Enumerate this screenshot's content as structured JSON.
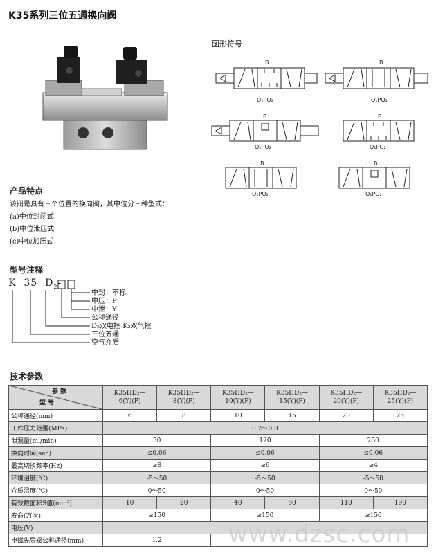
{
  "title": "K35系列三位五通换向阀",
  "symbols": {
    "heading": "图形符号",
    "port_top": "B",
    "port_bottom": "O₁PO₂"
  },
  "features": {
    "heading": "产品特点",
    "desc": "该阀是具有三个位置的换向阀，其中位分三种型式：",
    "items": [
      "(a)中位封闭式",
      "(b)中位泄压式",
      "(c)中位加压式"
    ]
  },
  "model": {
    "heading": "型号注释",
    "code_k": "K",
    "code_35": "35",
    "code_d": "D",
    "code_d_sub": "2",
    "code_dash": "-",
    "callouts": {
      "c1": "中封：不标",
      "c2": "中压：P",
      "c3": "中泄：Y",
      "c4": "公称通径",
      "c5": "D₂双电控   K₂双气控",
      "c6": "三位五通",
      "c7": "空气介质"
    }
  },
  "spec": {
    "heading": "技术参数",
    "param_label": "参  数",
    "model_label": "型  号",
    "columns": [
      "K35HD₂—\n6(Y)(P)",
      "K35HD₂—\n8(Y)(P)",
      "K35HD₂—\n10(Y)(P)",
      "K35HD₂—\n15(Y)(P)",
      "K35HD₂—\n20(Y)(P)",
      "K35HD₂—\n25(Y)(P)"
    ],
    "rows": {
      "r1": {
        "label": "公称通径(mm)",
        "v": [
          "6",
          "8",
          "10",
          "15",
          "20",
          "25"
        ]
      },
      "r2": {
        "label": "工作压力范围(MPa)",
        "v": [
          "0.2～0.8"
        ]
      },
      "r3": {
        "label": "泄漏量(ml/min)",
        "v": [
          "50",
          "120",
          "250"
        ]
      },
      "r4": {
        "label": "换向时间(sec)",
        "v": [
          "≤0.06",
          "≤0.06",
          "≤0.06"
        ]
      },
      "r5": {
        "label": "最高切换频率(Hz)",
        "v": [
          "≥8",
          "≥6",
          "≥4"
        ]
      },
      "r6": {
        "label": "环境温度(℃)",
        "v": [
          "-5～50",
          "-5～50",
          "-5～50"
        ]
      },
      "r7": {
        "label": "介质温度(℃)",
        "v": [
          "0～50",
          "0～50",
          "0～50"
        ]
      },
      "r8": {
        "label": "有效截面积S值(mm²)",
        "v": [
          "10",
          "20",
          "40",
          "60",
          "110",
          "190"
        ]
      },
      "r9": {
        "label": "寿命(万次)",
        "v": [
          "≥150",
          "≥150",
          "≥150"
        ]
      },
      "r10": {
        "label": "电压(V)",
        "v": [
          ""
        ]
      },
      "r11": {
        "label": "电磁先导阀公称通径(mm)",
        "v": [
          "1.2",
          ""
        ]
      }
    }
  },
  "watermark": "www.dzsc.com"
}
